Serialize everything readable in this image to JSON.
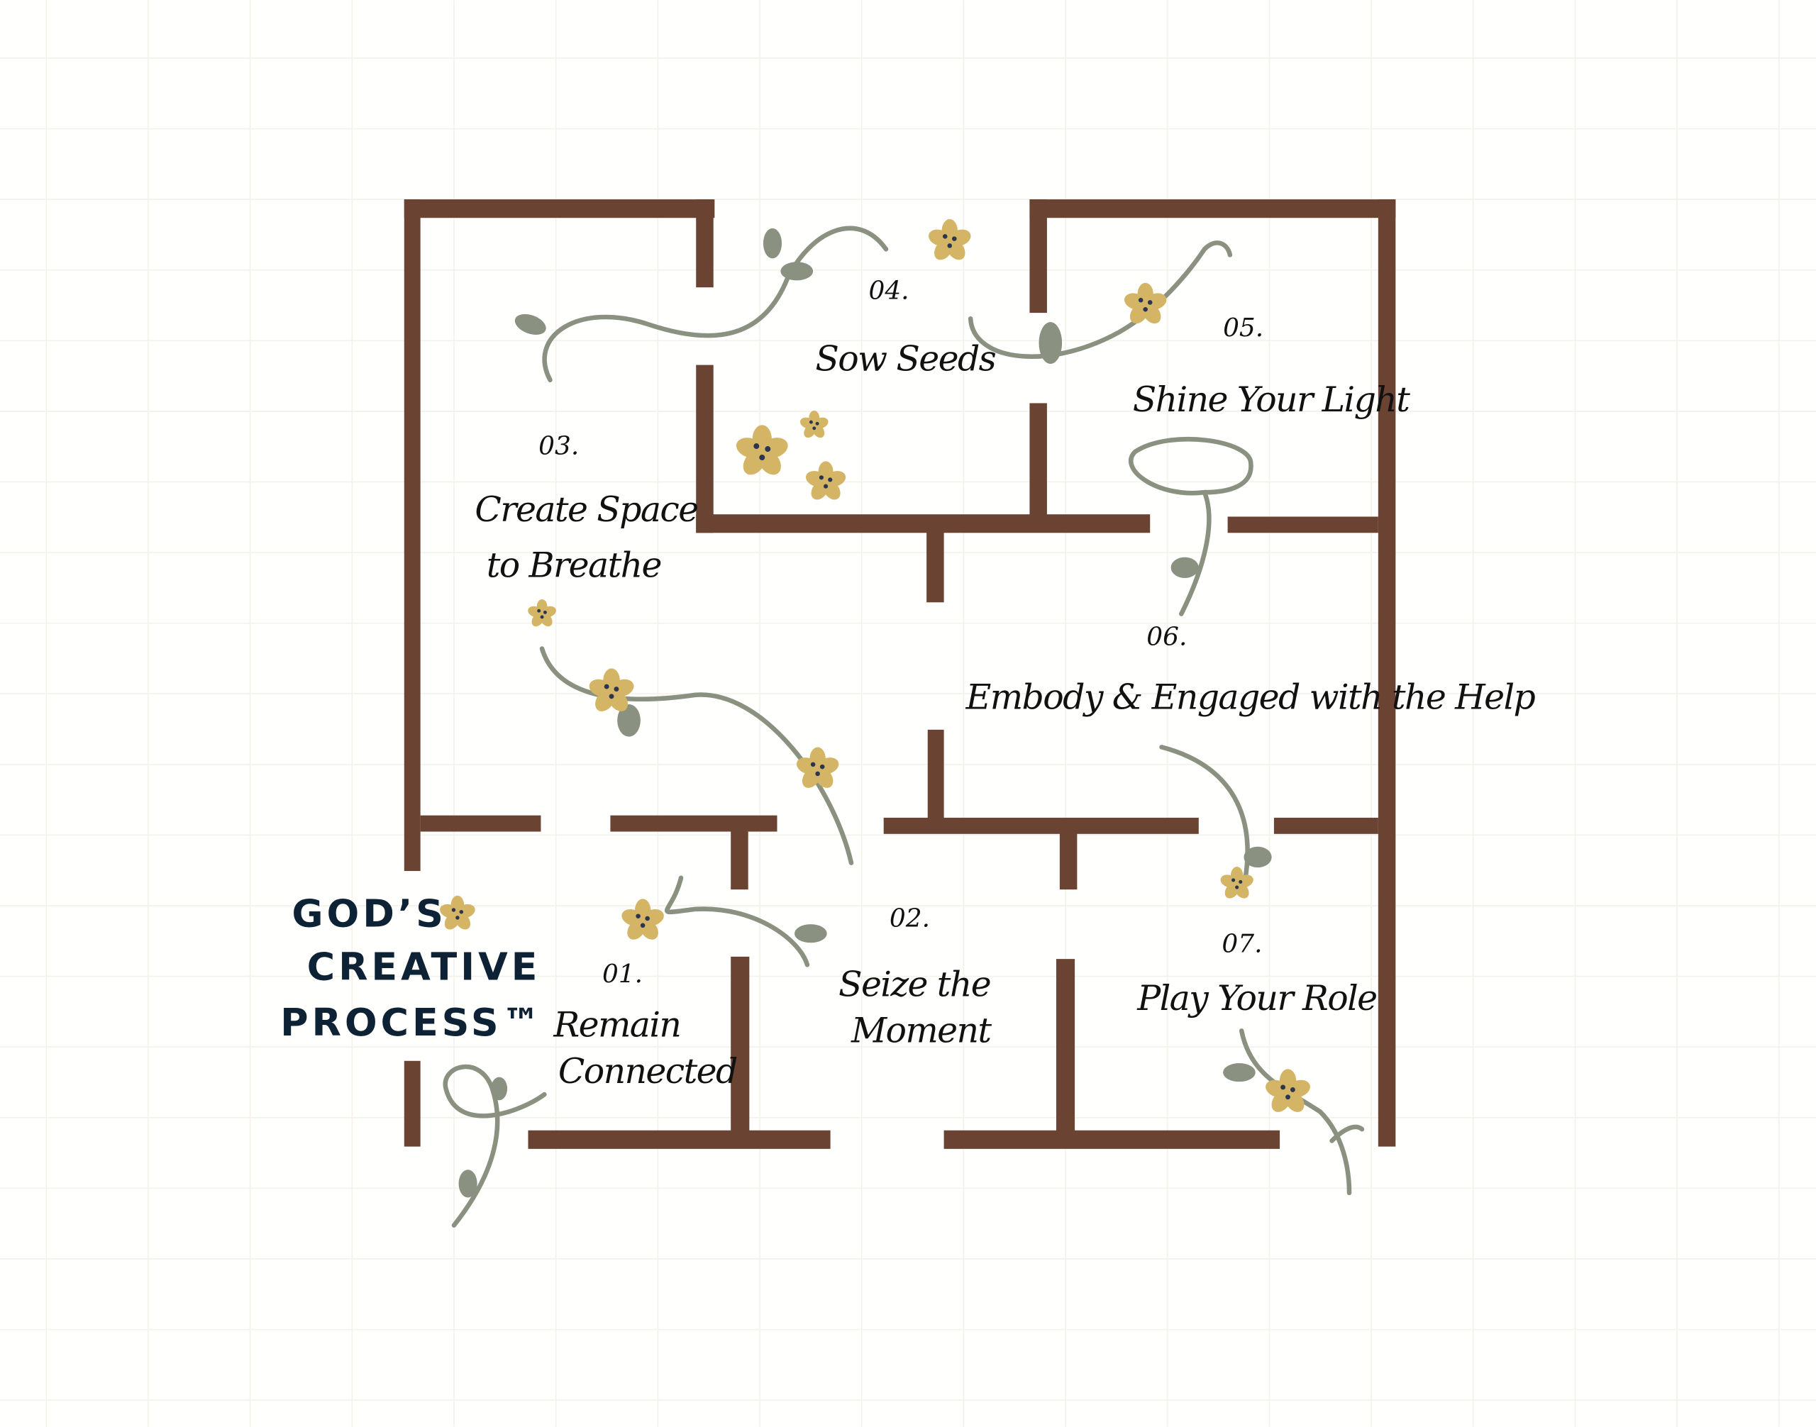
{
  "title": {
    "line1": "GOD’S",
    "line2": "CREATIVE",
    "line3": "PROCESS™"
  },
  "steps": [
    {
      "number": "01.",
      "label_lines": [
        "Remain",
        "Connected"
      ]
    },
    {
      "number": "02.",
      "label_lines": [
        "Seize the",
        "Moment"
      ]
    },
    {
      "number": "03.",
      "label_lines": [
        "Create Space",
        "to Breathe"
      ]
    },
    {
      "number": "04.",
      "label_lines": [
        "Sow Seeds"
      ]
    },
    {
      "number": "05.",
      "label_lines": [
        "Shine Your Light"
      ]
    },
    {
      "number": "06.",
      "label_lines": [
        "Embody & Engaged with the Help"
      ]
    },
    {
      "number": "07.",
      "label_lines": [
        "Play Your Role"
      ]
    }
  ],
  "colors": {
    "wall": "#6b4332",
    "vine": "#8a9180",
    "flower": "#d4b565",
    "title": "#0d2234"
  }
}
